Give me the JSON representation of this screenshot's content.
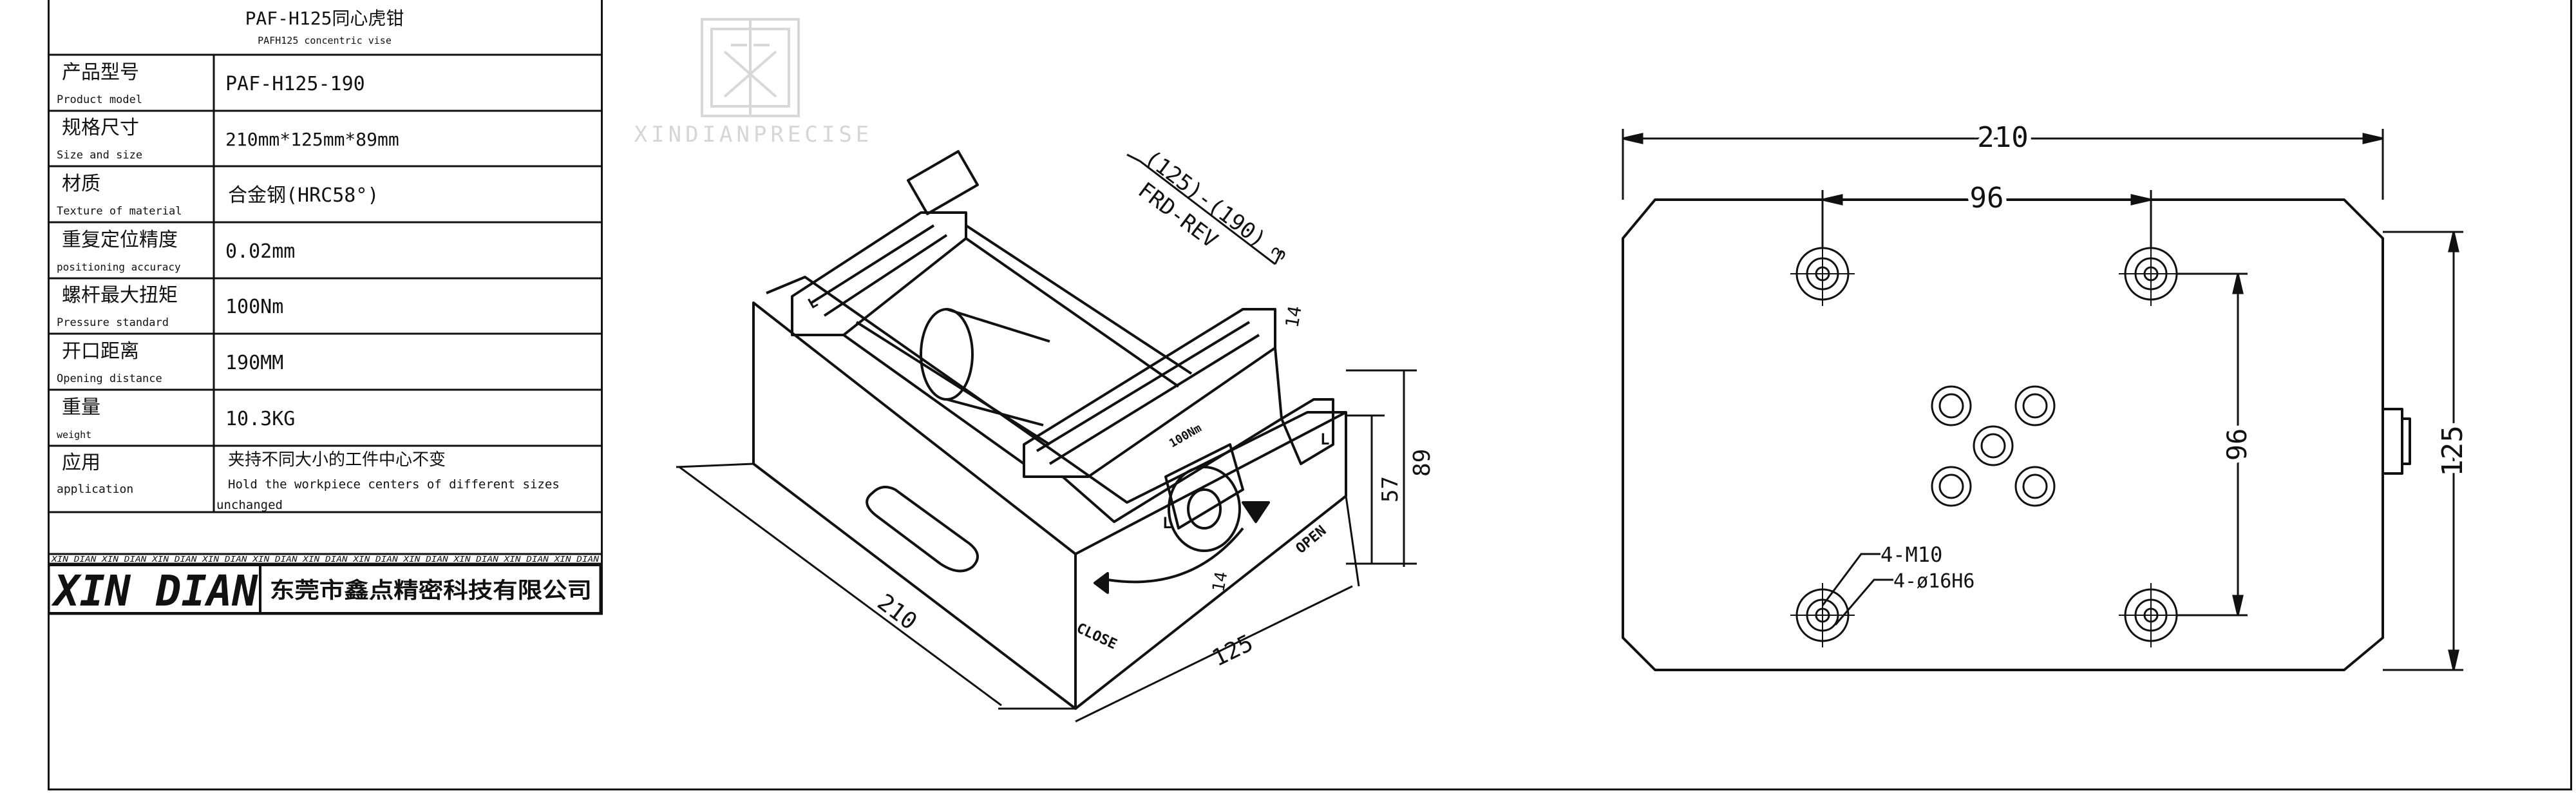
{
  "title_block": {
    "title_cn": "PAF-H125同心虎钳",
    "title_en": "PAFH125 concentric vise",
    "rows": [
      {
        "label_cn": "产品型号",
        "label_en": "Product model",
        "value": "PAF-H125-190"
      },
      {
        "label_cn": "规格尺寸",
        "label_en": "Size and size",
        "value": "210mm*125mm*89mm"
      },
      {
        "label_cn": "材质",
        "label_en": "Texture of material",
        "value": "合金钢(HRC58°)"
      },
      {
        "label_cn": "重复定位精度",
        "label_en": "positioning accuracy",
        "value": "0.02mm"
      },
      {
        "label_cn": "螺杆最大扭矩",
        "label_en": "Pressure standard",
        "value": "100Nm"
      },
      {
        "label_cn": "开口距离",
        "label_en": "Opening distance",
        "value": "190MM"
      },
      {
        "label_cn": "重量",
        "label_en": "weight",
        "value": "10.3KG"
      },
      {
        "label_cn": "应用",
        "label_en": "application",
        "value": "夹持不同大小的工件中心不变",
        "value2": "Hold the workpiece centers of different sizes",
        "value3": "unchanged"
      }
    ],
    "brand_logo_text": "XIN DIAN",
    "company": "东莞市鑫点精密科技有限公司",
    "strip_text": "XIN DIAN XIN DIAN XIN DIAN XIN DIAN XIN DIAN XIN DIAN XIN DIAN XIN DIAN XIN DIAN XIN DIAN XIN DIAN"
  },
  "watermark": {
    "text": "XINDIANPRECISE"
  },
  "iso_view": {
    "dim_length": "210",
    "dim_width": "125",
    "dim_height": "89",
    "dim_base": "57",
    "dim_jaw_range": "(125)-(190)",
    "dim_jaw_note": "FRD-REV",
    "dim_top": "3",
    "dim_jaw": "14",
    "dim_jaw_low": "14",
    "label_close": "CLOSE",
    "label_open": "OPEN",
    "label_torque": "100Nm",
    "label_l1": "L",
    "label_l2": "L",
    "label_l3": "L"
  },
  "plan_view": {
    "dim_overall_length": "210",
    "dim_hole_spacing_x": "96",
    "dim_hole_spacing_y": "96",
    "dim_overall_width": "125",
    "note_thread": "4-M10",
    "note_bore": "4-ø16H6"
  }
}
